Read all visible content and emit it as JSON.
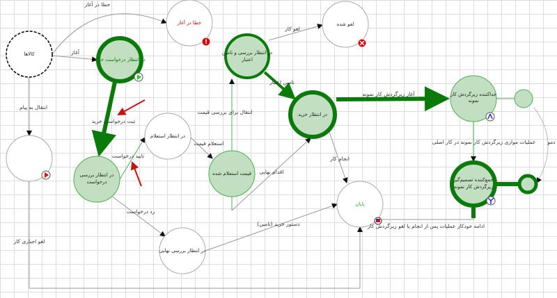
{
  "nodes": {
    "start": "کالاها",
    "error_start": "خطا در آغاز",
    "wait_request": "در انتظار درخواست خرید",
    "canceled": "لغو شده",
    "review_credit_1": "در انتظار بررسی و تامین",
    "review_credit_2": "اعتبار",
    "wait_purchase": "در انتظار خرید",
    "splitter_1": "جداکننده زیرگردش کار",
    "splitter_2": "نمونه",
    "review_request_1": "در انتظار بررسی",
    "review_request_2": "درخواست",
    "wait_inquiry": "در انتظار استعلام",
    "priced": "قیمت استعلام شده",
    "end": "پایان",
    "final_review": "در انتظار بررسی نهایی",
    "joiner_1": "جمع‌کننده تصمیم‌گیر",
    "joiner_2": "زیرگردش کار نمونه"
  },
  "edges": {
    "error_start": "خطا در آغاز",
    "start": "آغاز",
    "cancel_work": "لغو کار",
    "credit_supply": "تامین اعتبار",
    "start_subflow": "آغاز زیرگردش کار نمونه",
    "parallel_ops": "عملیات موازی زیرگردش کار نمونه در کار اصلی",
    "demo": "دمو",
    "to_message": "انتقال به پیام",
    "register_request": "ثبت درخواست خرید",
    "to_price_review": "انتقال برای بررسی قیمت",
    "price_inquiry": "استعلام قیمت",
    "approve_request": "تایید درخواست",
    "final_action": "اقدام نهایی",
    "do_work": "انجام کار",
    "reject_request": "رد درخواست",
    "purchase_order": "دستور خرید (تامین)",
    "auto_continue": "ادامه خودکار عملیات پس از انجام یا لغو زیرگردش کار",
    "force_cancel": "لغو اجباری کار"
  },
  "colors": {
    "active": "#0a7a0a",
    "node_fill": "#c2dfc2",
    "error": "#e00000",
    "annotation": "#cc1111"
  }
}
